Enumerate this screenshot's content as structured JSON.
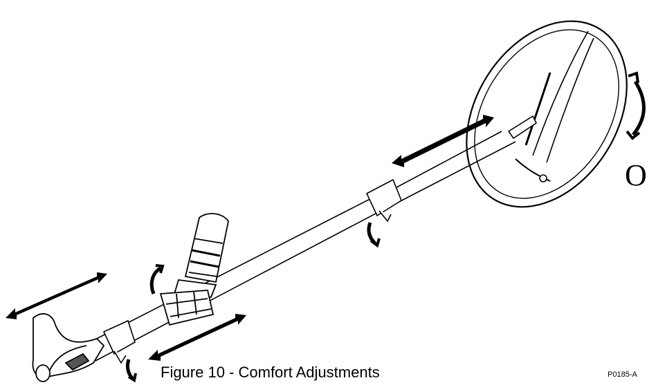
{
  "figure": {
    "caption": "Figure 10 - Comfort Adjustments",
    "part_number": "P0185-A",
    "side_letter": "O"
  },
  "colors": {
    "ink": "#000000",
    "background": "#ffffff"
  }
}
